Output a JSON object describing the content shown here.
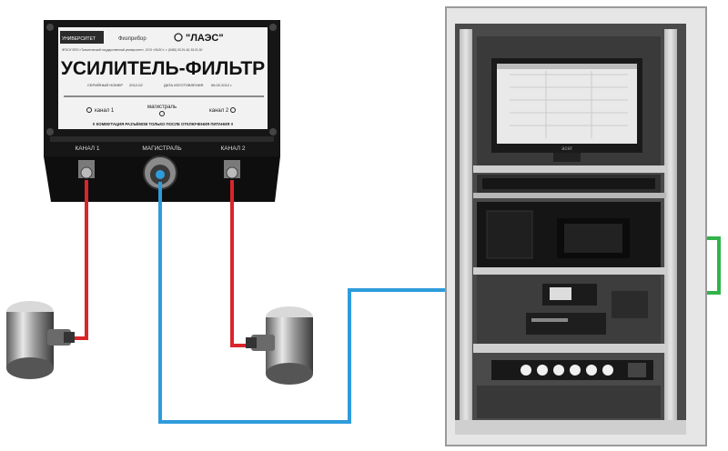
{
  "amplifier": {
    "brand_left": "УНИВЕРСИТЕТ",
    "brand_mid": "Физприбор",
    "brand_right": "\"ЛАЭС\"",
    "fine_print": "ФГБОУ ВПО «Тольяттинский государственный университет», ООО «ЛАЭС», т. (8482) 53-91-48, 53-91-50",
    "title": "УСИЛИТЕЛЬ-ФИЛЬТР",
    "serial_label": "СЕРИЙНЫЙ НОМЕР",
    "serial_value": "2012-02",
    "date_label": "ДАТА ИЗГОТОВЛЕНИЯ",
    "date_value": "06.02.2012 г.",
    "ch1_small": "канал 1",
    "main_small": "магистраль",
    "ch2_small": "канал 2",
    "warning": "!! КОММУТАЦИЯ РАЗЪЁМОВ ТОЛЬКО ПОСЛЕ ОТКЛЮЧЕНИЯ ПИТАНИЯ !!",
    "port_ch1": "КАНАЛ 1",
    "port_main": "МАГИСТРАЛЬ",
    "port_ch2": "КАНАЛ 2"
  },
  "rack": {
    "monitor_brand": "acer"
  },
  "colors": {
    "red_cable": "#d8262b",
    "blue_cable": "#2e9cdb",
    "green_cable": "#31b34a",
    "housing": "#1c1c1c",
    "label": "#f2f2f2"
  }
}
